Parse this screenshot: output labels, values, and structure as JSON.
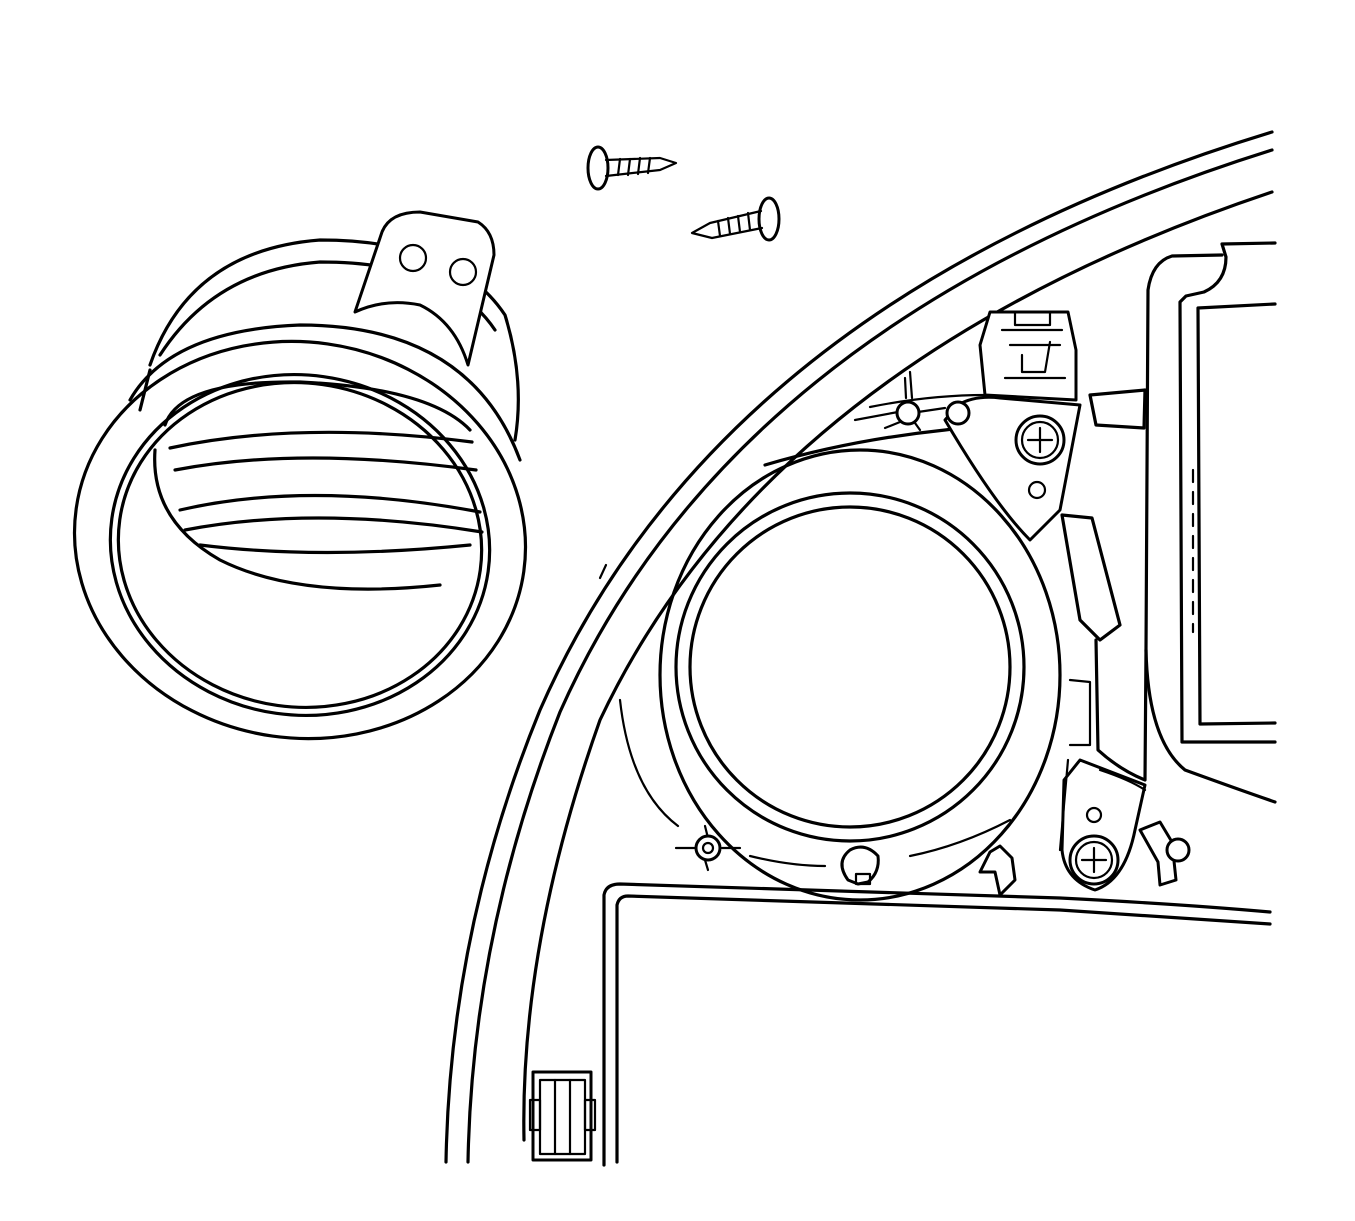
{
  "figure": {
    "type": "technical line illustration",
    "parts": [
      "air-outlet-vent",
      "screw-1",
      "screw-2",
      "instrument-panel-bezel",
      "vent-opening",
      "mounting-bracket-upper",
      "mounting-bracket-lower",
      "bracket-screw-upper",
      "bracket-screw-lower",
      "retainer-clip-left",
      "retainer-clip-upper",
      "retainer-clip-right",
      "panel-clip-bottom"
    ]
  },
  "colors": {
    "line": "#000000",
    "background": "#ffffff"
  }
}
